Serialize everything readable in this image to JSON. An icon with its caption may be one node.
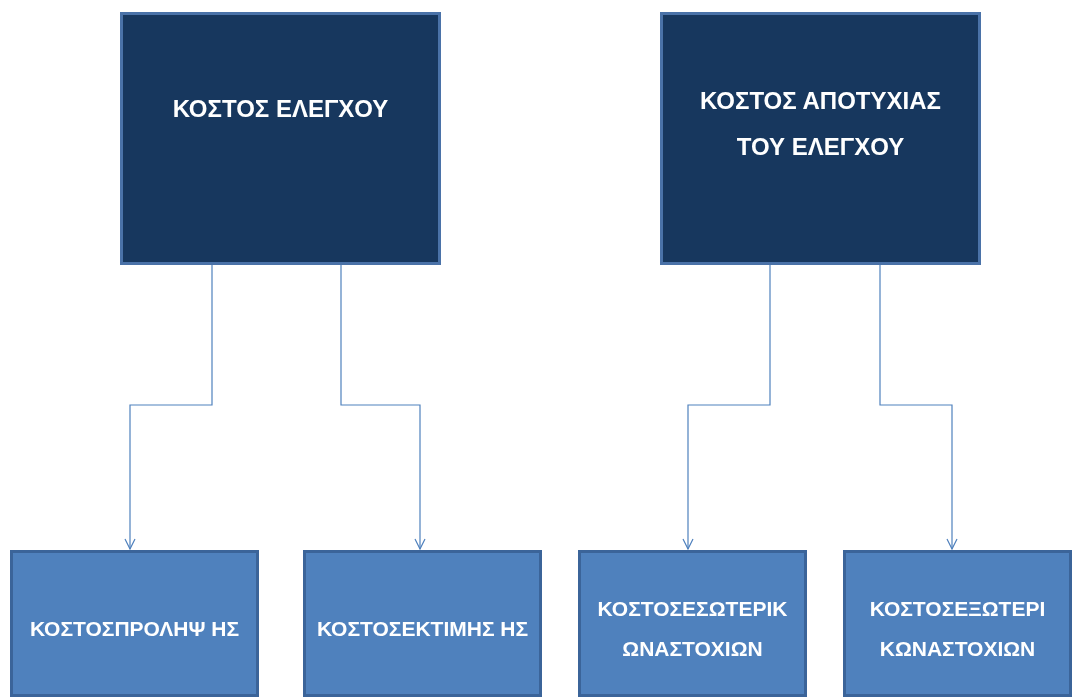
{
  "diagram": {
    "nodes": [
      {
        "text": [
          "ΚΟΣΤΟΣ ΕΛΕΓΧΟΥ"
        ]
      },
      {
        "text": [
          "ΚΟΣΤΟΣ ΑΠΟΤΥΧΙΑΣ ΤΟΥ ΕΛΕΓΧΟΥ"
        ]
      },
      {
        "text": [
          "ΚΟΣΤΟΣΠΡΟΛΗΨ ΗΣ"
        ]
      },
      {
        "text": [
          "ΚΟΣΤΟΣΕΚΤΙΜΗΣ ΗΣ"
        ]
      },
      {
        "text": [
          "ΚΟΣΤΟΣΕΣΩΤΕΡΙΚ ΩΝΑΣΤΟΧΙΩΝ"
        ]
      },
      {
        "text": [
          "ΚΟΣΤΟΣΕΞΩΤΕΡΙ ΚΩΝΑΣΤΟΧΙΩΝ"
        ]
      }
    ],
    "edges": [
      {
        "from": 0,
        "to": 2,
        "arrow": "to"
      },
      {
        "from": 0,
        "to": 3,
        "arrow": "to"
      },
      {
        "from": 1,
        "to": 4,
        "arrow": "to"
      },
      {
        "from": 1,
        "to": 5,
        "arrow": "to"
      }
    ]
  }
}
